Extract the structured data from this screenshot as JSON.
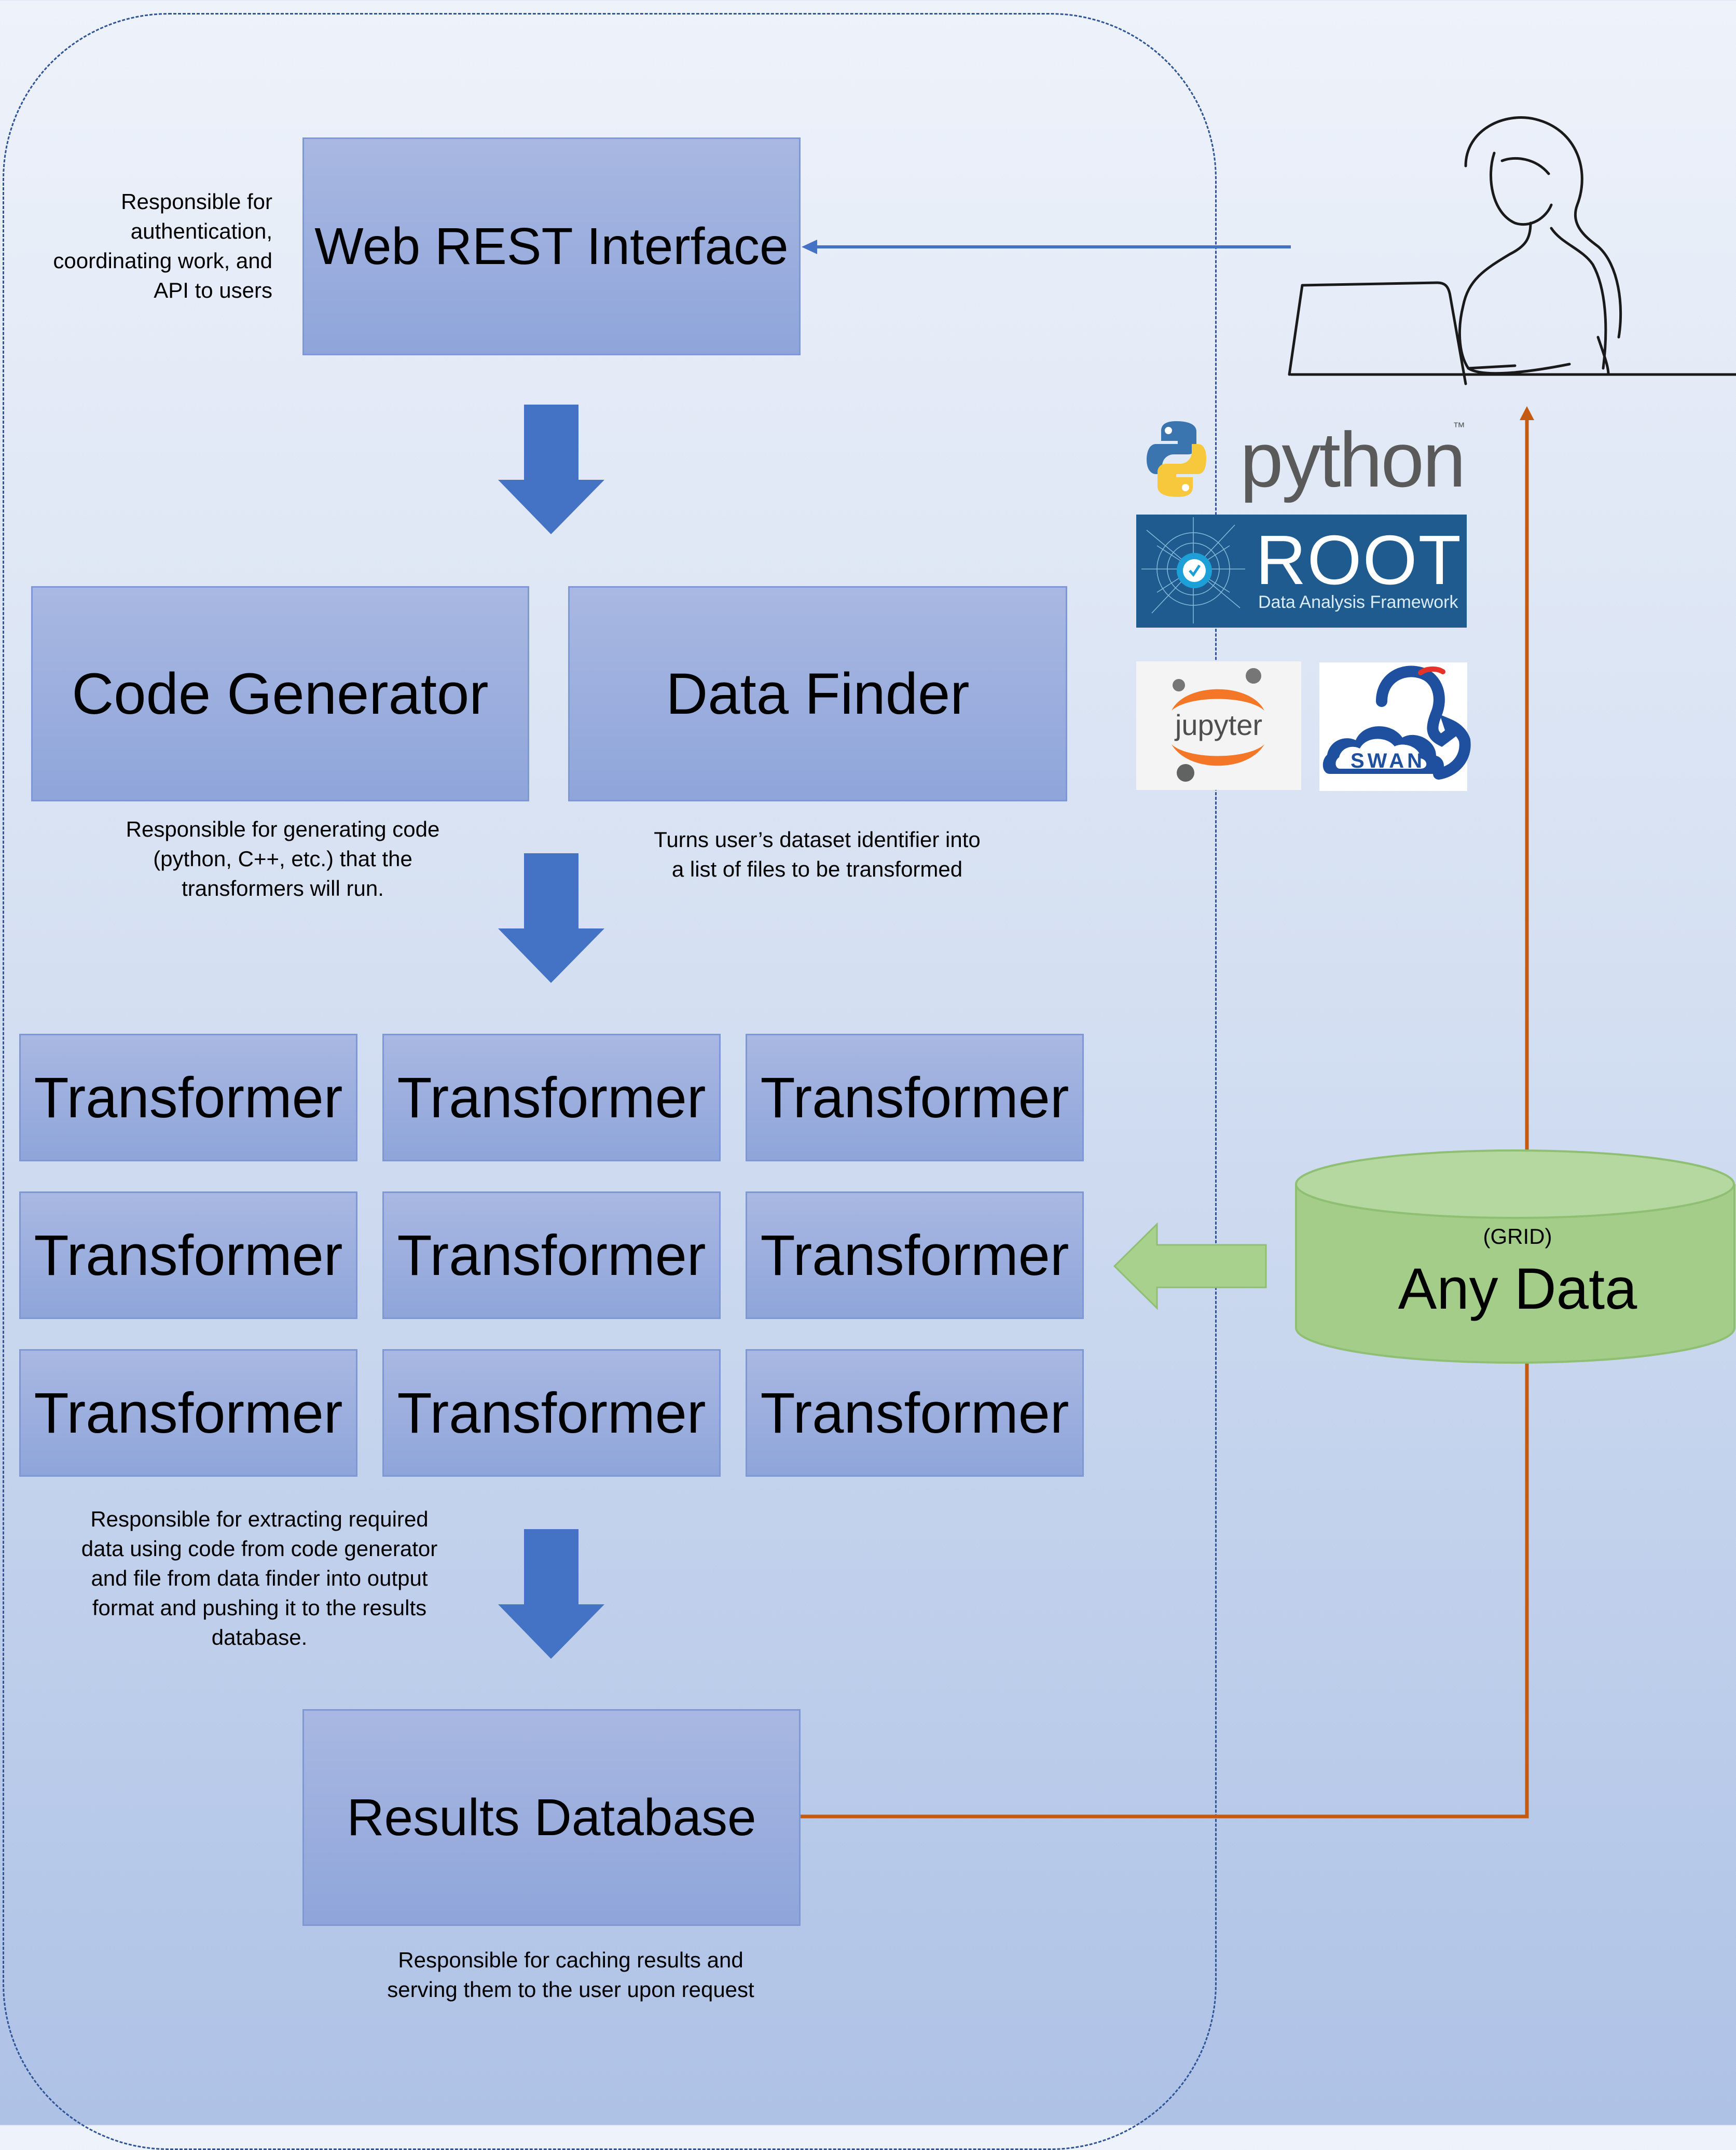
{
  "web_rest": {
    "title": "Web REST Interface",
    "note": "Responsible for\nauthentication,\ncoordinating work, and\nAPI to users"
  },
  "code_generator": {
    "title": "Code Generator",
    "note": "Responsible for generating code\n(python, C++, etc.) that the\ntransformers will run."
  },
  "data_finder": {
    "title": "Data Finder",
    "note": "Turns user’s dataset identifier into\na list of files to be transformed"
  },
  "transformers": {
    "label": "Transformer",
    "note": "Responsible for extracting required\ndata using code from code generator\nand file from data finder into output\nformat and pushing it to the results\ndatabase."
  },
  "results_db": {
    "title": "Results Database",
    "note": "Responsible for caching results and\nserving them to the user upon request"
  },
  "any_data": {
    "small": "(GRID)",
    "title": "Any Data"
  },
  "logos": {
    "python": "python",
    "python_tm": "™",
    "root": "ROOT",
    "root_sub": "Data Analysis Framework",
    "jupyter": "jupyter",
    "swan": "SWAN"
  },
  "colors": {
    "box": "#8fa5da",
    "arrow_blue": "#4472c4",
    "arrow_orange": "#c55a11",
    "cylinder": "#a9d18e"
  }
}
